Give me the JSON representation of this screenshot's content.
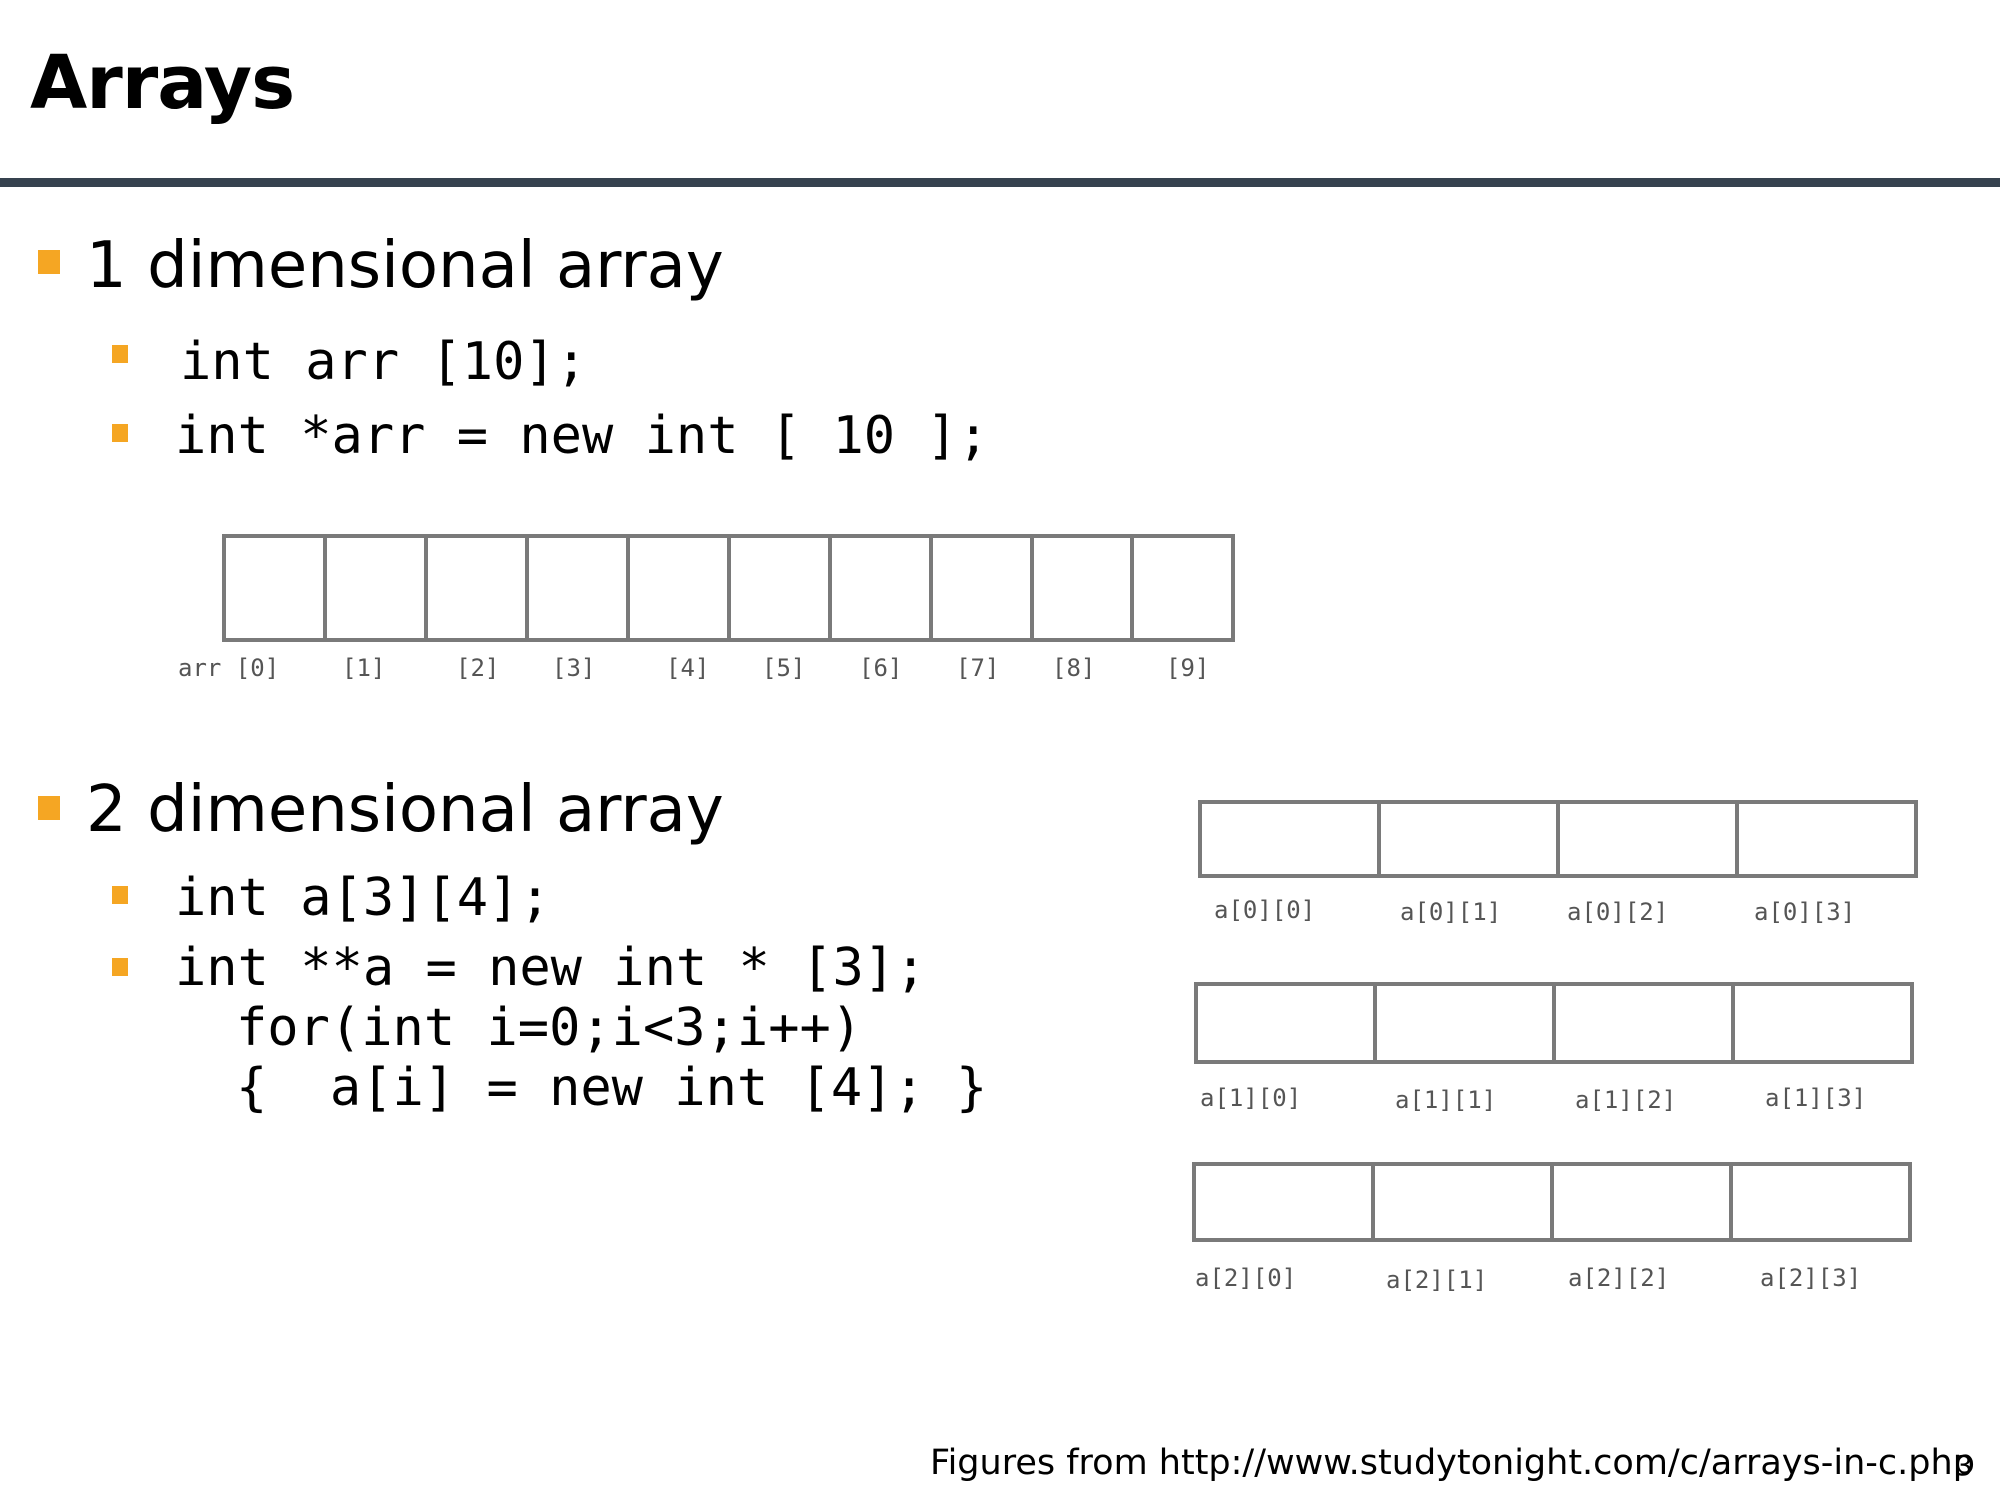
{
  "title": "Arrays",
  "accent_color": "#f5a623",
  "rule_color": "#36424f",
  "section1": {
    "heading": "1 dimensional array",
    "items": [
      "int arr [10];",
      "int *arr = new int [ 10 ];"
    ],
    "figure": {
      "cell_count": 10,
      "labels": [
        "arr [0]",
        "[1]",
        "[2]",
        "[3]",
        "[4]",
        "[5]",
        "[6]",
        "[7]",
        "[8]",
        "[9]"
      ]
    }
  },
  "section2": {
    "heading": "2 dimensional array",
    "items": [
      "int a[3][4];",
      "int **a = new int * [3];",
      "for(int i=0;i<3;i++)",
      "{  a[i] = new int [4]; }"
    ],
    "figure": {
      "rows": [
        [
          "a[0][0]",
          "a[0][1]",
          "a[0][2]",
          "a[0][3]"
        ],
        [
          "a[1][0]",
          "a[1][1]",
          "a[1][2]",
          "a[1][3]"
        ],
        [
          "a[2][0]",
          "a[2][1]",
          "a[2][2]",
          "a[2][3]"
        ]
      ]
    }
  },
  "footer": {
    "source": "Figures from http://www.studytonight.com/c/arrays-in-c.php",
    "page_number": "3"
  }
}
